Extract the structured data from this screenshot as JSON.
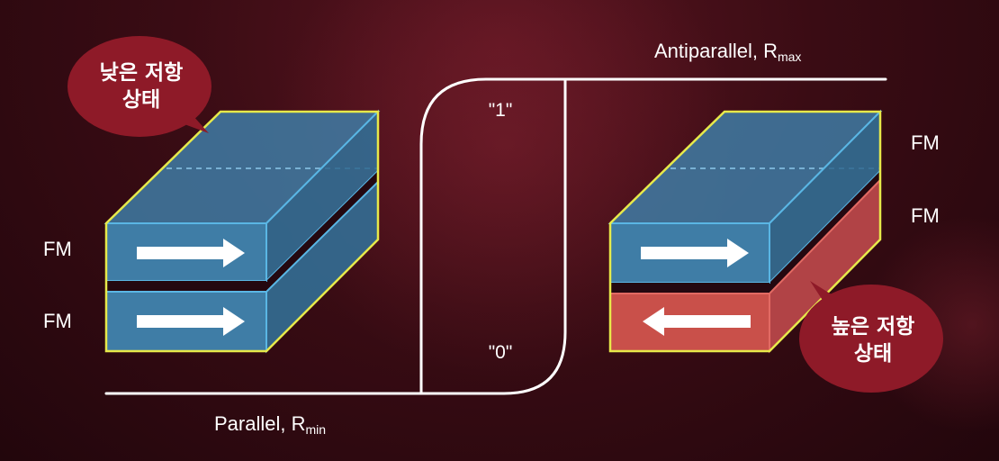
{
  "labels": {
    "left_fm_top": "FM",
    "left_fm_bottom": "FM",
    "right_fm_top": "FM",
    "right_fm_bottom": "FM",
    "state_one": "\"1\"",
    "state_zero": "\"0\"",
    "antiparallel_main": "Antiparallel, R",
    "antiparallel_sub": "max",
    "parallel_main": "Parallel, R",
    "parallel_sub": "min"
  },
  "bubbles": {
    "low": {
      "line1": "낮은 저항",
      "line2": "상태"
    },
    "high": {
      "line1": "높은 저항",
      "line2": "상태"
    }
  },
  "colors": {
    "bubble": "#8e1a28",
    "block_blue": "#3f7da6",
    "block_red": "#c9504a",
    "outline_yellow": "#e7e94a",
    "edge_cyan": "#5ab6e4",
    "arrow": "#ffffff",
    "line": "#ffffff"
  },
  "magnetization": {
    "left_top": "right",
    "left_bottom": "right",
    "right_top": "right",
    "right_bottom": "left"
  }
}
